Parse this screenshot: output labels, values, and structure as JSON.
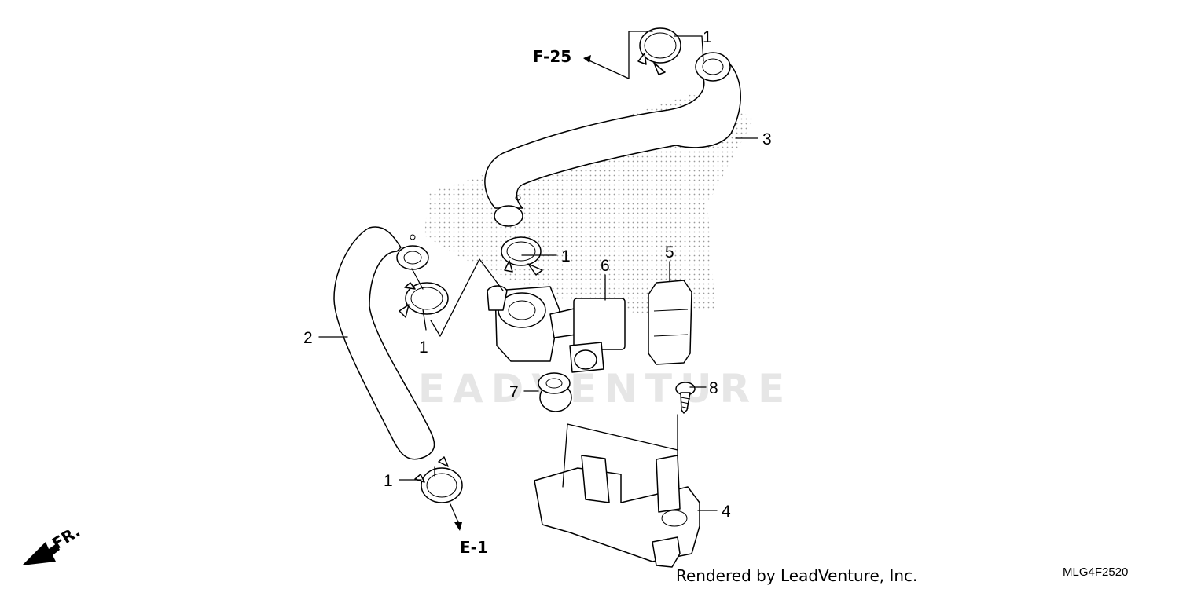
{
  "diagram": {
    "callouts": {
      "c1_top": "1",
      "c1_mid": "1",
      "c1_left": "1",
      "c1_bottom": "1",
      "c2": "2",
      "c3": "3",
      "c4": "4",
      "c5": "5",
      "c6": "6",
      "c7": "7",
      "c8": "8"
    },
    "refs": {
      "f25": "F-25",
      "e1": "E-1",
      "fr": "FR."
    },
    "watermark": "LEADVENTURE",
    "footer": {
      "rendered_by": "Rendered by LeadVenture, Inc.",
      "diagram_code": "MLG4F2520"
    }
  }
}
